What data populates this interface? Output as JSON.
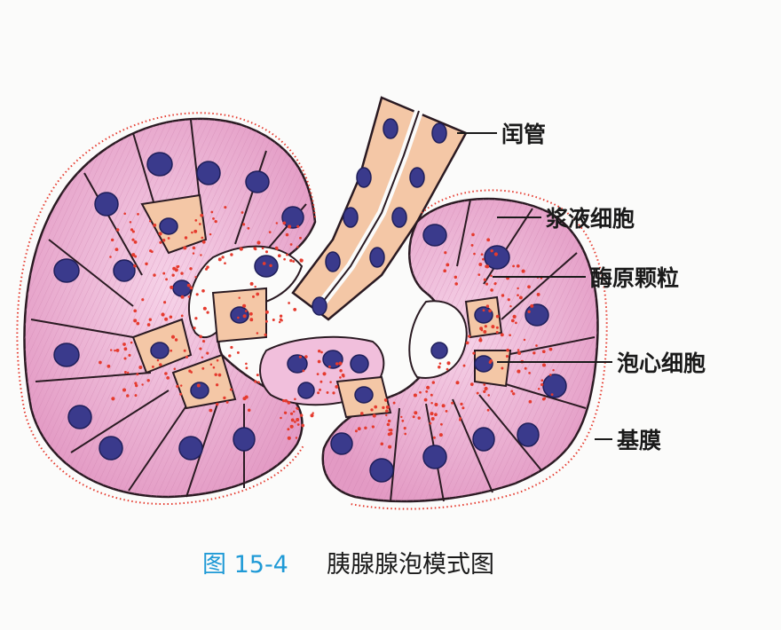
{
  "labels": {
    "intercalated_duct": "闰管",
    "serous_cell": "浆液细胞",
    "zymogen_granule": "酶原颗粒",
    "centroacinar_cell": "泡心细胞",
    "basement_membrane": "基膜"
  },
  "caption": {
    "number": "图 15-4",
    "title": "胰腺腺泡模式图"
  },
  "colors": {
    "serous_cell": "#e7a9cf",
    "duct_cell": "#f4c7a6",
    "nucleus": "#3a3a8c",
    "granule": "#e53a2e",
    "outline": "#2a1a22",
    "caption_accent": "#1f9ad6"
  }
}
